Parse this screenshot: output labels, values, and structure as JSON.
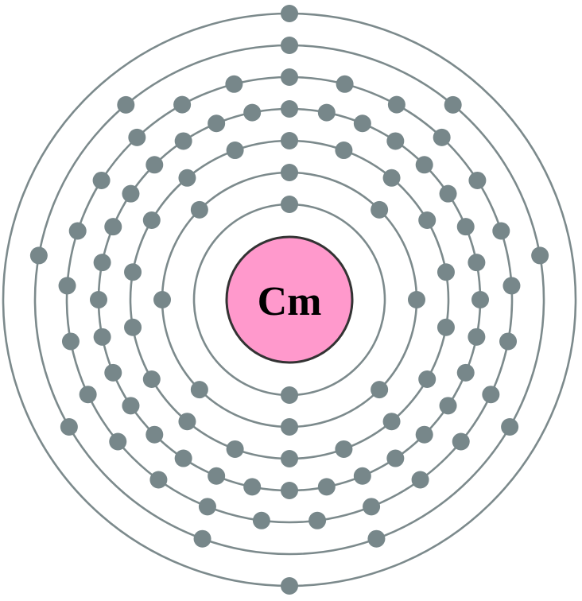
{
  "nucleus": {
    "symbol": "Cm",
    "color": "#ff99cc",
    "stroke": "#333333"
  },
  "shell_color": "#7c8a8c",
  "electron_color": "#77878a",
  "electron_configuration": [
    2,
    8,
    18,
    32,
    25,
    9,
    2
  ]
}
